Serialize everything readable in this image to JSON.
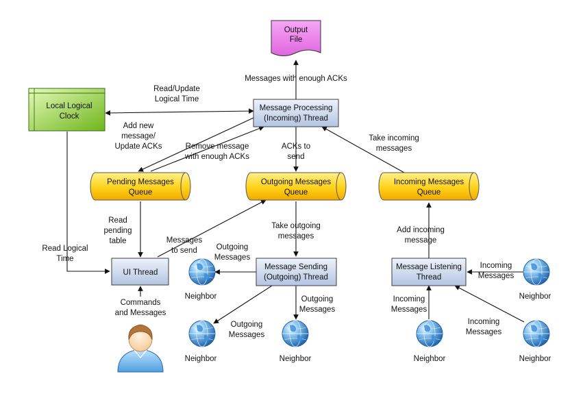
{
  "nodes": {
    "output_file": [
      "Output",
      "File"
    ],
    "local_clock": [
      "Local Logical",
      "Clock"
    ],
    "msg_processing": [
      "Message Processing",
      "(Incoming) Thread"
    ],
    "pending_queue": [
      "Pending Messages",
      "Queue"
    ],
    "outgoing_queue": [
      "Outgoing Messages",
      "Queue"
    ],
    "incoming_queue": [
      "Incoming Messages",
      "Queue"
    ],
    "ui_thread": "UI Thread",
    "msg_sending": [
      "Message Sending",
      "(Outgoing) Thread"
    ],
    "msg_listening": [
      "Message Listening",
      "Thread"
    ],
    "neighbor_label": "Neighbor"
  },
  "edge_labels": {
    "messages_enough_acks": "Messages with enough ACKs",
    "read_update_time": [
      "Read/Update",
      "Logical Time"
    ],
    "add_new_message": [
      "Add new",
      "message/",
      "Update ACKs"
    ],
    "remove_message": [
      "Remove message",
      "with enough ACKs"
    ],
    "acks_to_send": [
      "ACKs to",
      "send"
    ],
    "take_incoming": [
      "Take incoming",
      "messages"
    ],
    "read_pending": [
      "Read",
      "pending",
      "table"
    ],
    "read_logical_time": [
      "Read Logical",
      "Time"
    ],
    "messages_to_send": [
      "Messages",
      "to send"
    ],
    "take_outgoing": [
      "Take outgoing",
      "messages"
    ],
    "outgoing_messages": [
      "Outgoing",
      "Messages"
    ],
    "add_incoming": [
      "Add incoming",
      "message"
    ],
    "incoming_messages": [
      "Incoming",
      "Messages"
    ],
    "commands_messages": [
      "Commands",
      "and Messages"
    ]
  },
  "colors": {
    "box_fill_top": "#e9eef8",
    "box_fill_bottom": "#b9c9e3",
    "box_stroke": "#3d3d3d",
    "queue_fill_top": "#ffe766",
    "queue_fill_bottom": "#f5b800",
    "clock_fill_top": "#d8f6a2",
    "clock_fill_bottom": "#7ac227",
    "file_fill": "#ee88ee",
    "globe_dark": "#1d6ab4",
    "globe_light": "#9fd1f3"
  },
  "icons": [
    "globe-icon",
    "user-icon",
    "file-icon",
    "cylinder-icon"
  ]
}
